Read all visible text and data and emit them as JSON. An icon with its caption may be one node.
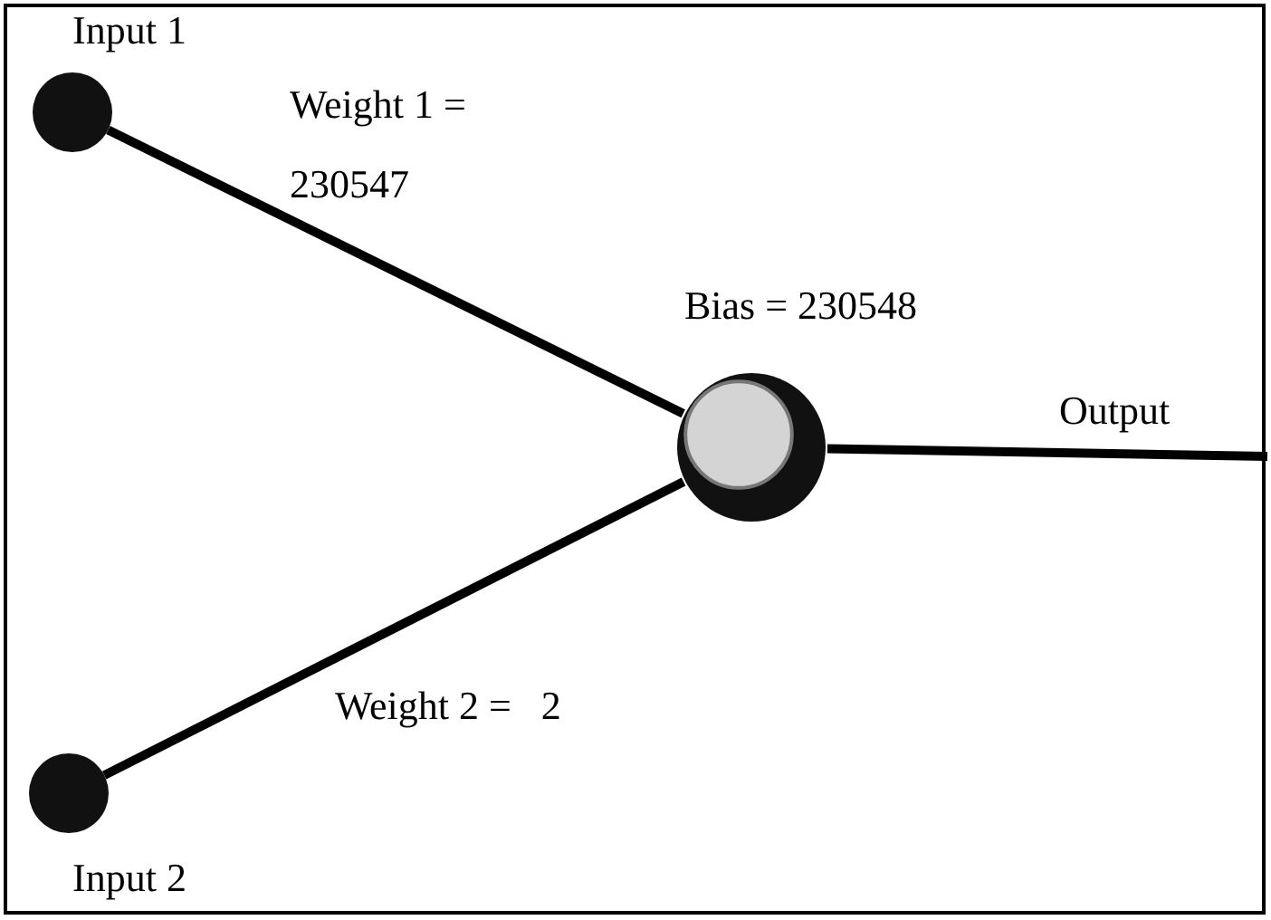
{
  "diagram": {
    "nodes": [
      {
        "text": [
          "Input 1"
        ]
      },
      {
        "text": [
          "Input 2"
        ]
      },
      {
        "text": [],
        "shape": "circle",
        "beside": [
          "Bias = 230548"
        ]
      }
    ],
    "edges": [
      {
        "from": 0,
        "to": 2,
        "arrow": "none",
        "label": "Weight 1 = 230547"
      },
      {
        "from": 1,
        "to": 2,
        "arrow": "none",
        "label": "Weight 2 =   2"
      },
      {
        "from": 2,
        "to": null,
        "arrow": "none",
        "label": "Output"
      }
    ]
  }
}
